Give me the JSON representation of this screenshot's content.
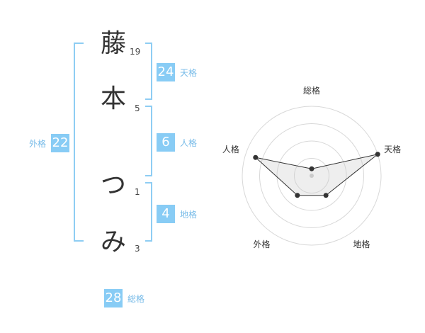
{
  "name": {
    "characters": [
      {
        "char": "藤",
        "strokes": "19"
      },
      {
        "char": "本",
        "strokes": "5"
      },
      {
        "char": "つ",
        "strokes": "1"
      },
      {
        "char": "み",
        "strokes": "3"
      }
    ]
  },
  "fortune": {
    "tenkaku": {
      "value": "24",
      "label": "天格"
    },
    "jinkaku": {
      "value": "6",
      "label": "人格"
    },
    "chikaku": {
      "value": "4",
      "label": "地格"
    },
    "gaikaku": {
      "value": "22",
      "label": "外格"
    },
    "soukaku": {
      "value": "28",
      "label": "総格"
    }
  },
  "colors": {
    "accent": "#88ccf5",
    "bracket": "#8ecdf3",
    "label": "#77bbe8",
    "text": "#333333"
  },
  "chart_data": {
    "type": "radar",
    "axes": [
      "総格",
      "天格",
      "地格",
      "外格",
      "人格"
    ],
    "values": [
      0.1,
      1.0,
      0.35,
      0.35,
      0.85
    ],
    "range": [
      0,
      1
    ],
    "rings": 4
  }
}
